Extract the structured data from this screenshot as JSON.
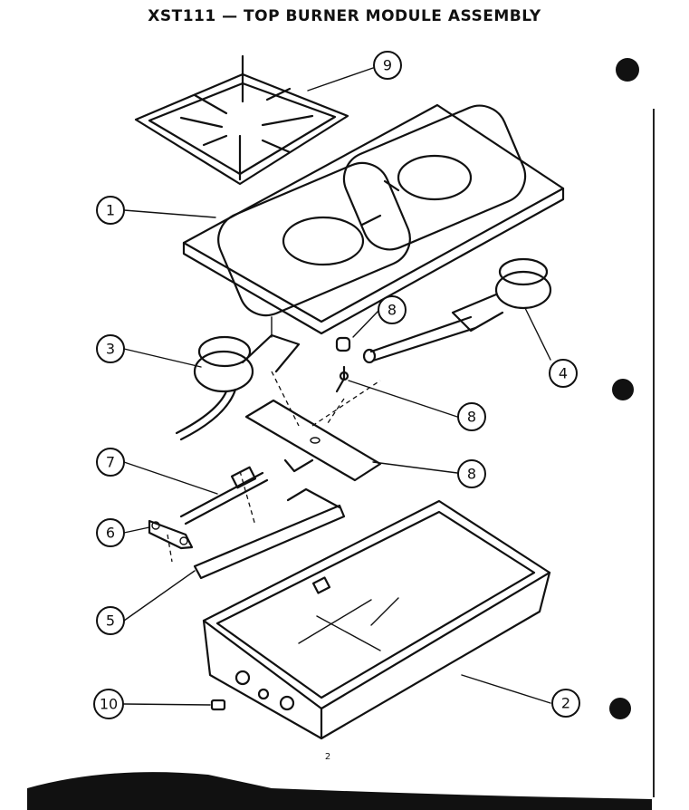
{
  "header": {
    "title": "XST111 — TOP BURNER MODULE ASSEMBLY"
  },
  "footer": {
    "page_number": "2"
  },
  "callouts": [
    {
      "id": "callout-9",
      "label": "9"
    },
    {
      "id": "callout-1",
      "label": "1"
    },
    {
      "id": "callout-8a",
      "label": "8"
    },
    {
      "id": "callout-3",
      "label": "3"
    },
    {
      "id": "callout-4",
      "label": "4"
    },
    {
      "id": "callout-8b",
      "label": "8"
    },
    {
      "id": "callout-7",
      "label": "7"
    },
    {
      "id": "callout-8c",
      "label": "8"
    },
    {
      "id": "callout-6",
      "label": "6"
    },
    {
      "id": "callout-5",
      "label": "5"
    },
    {
      "id": "callout-10",
      "label": "10"
    },
    {
      "id": "callout-2",
      "label": "2"
    }
  ]
}
